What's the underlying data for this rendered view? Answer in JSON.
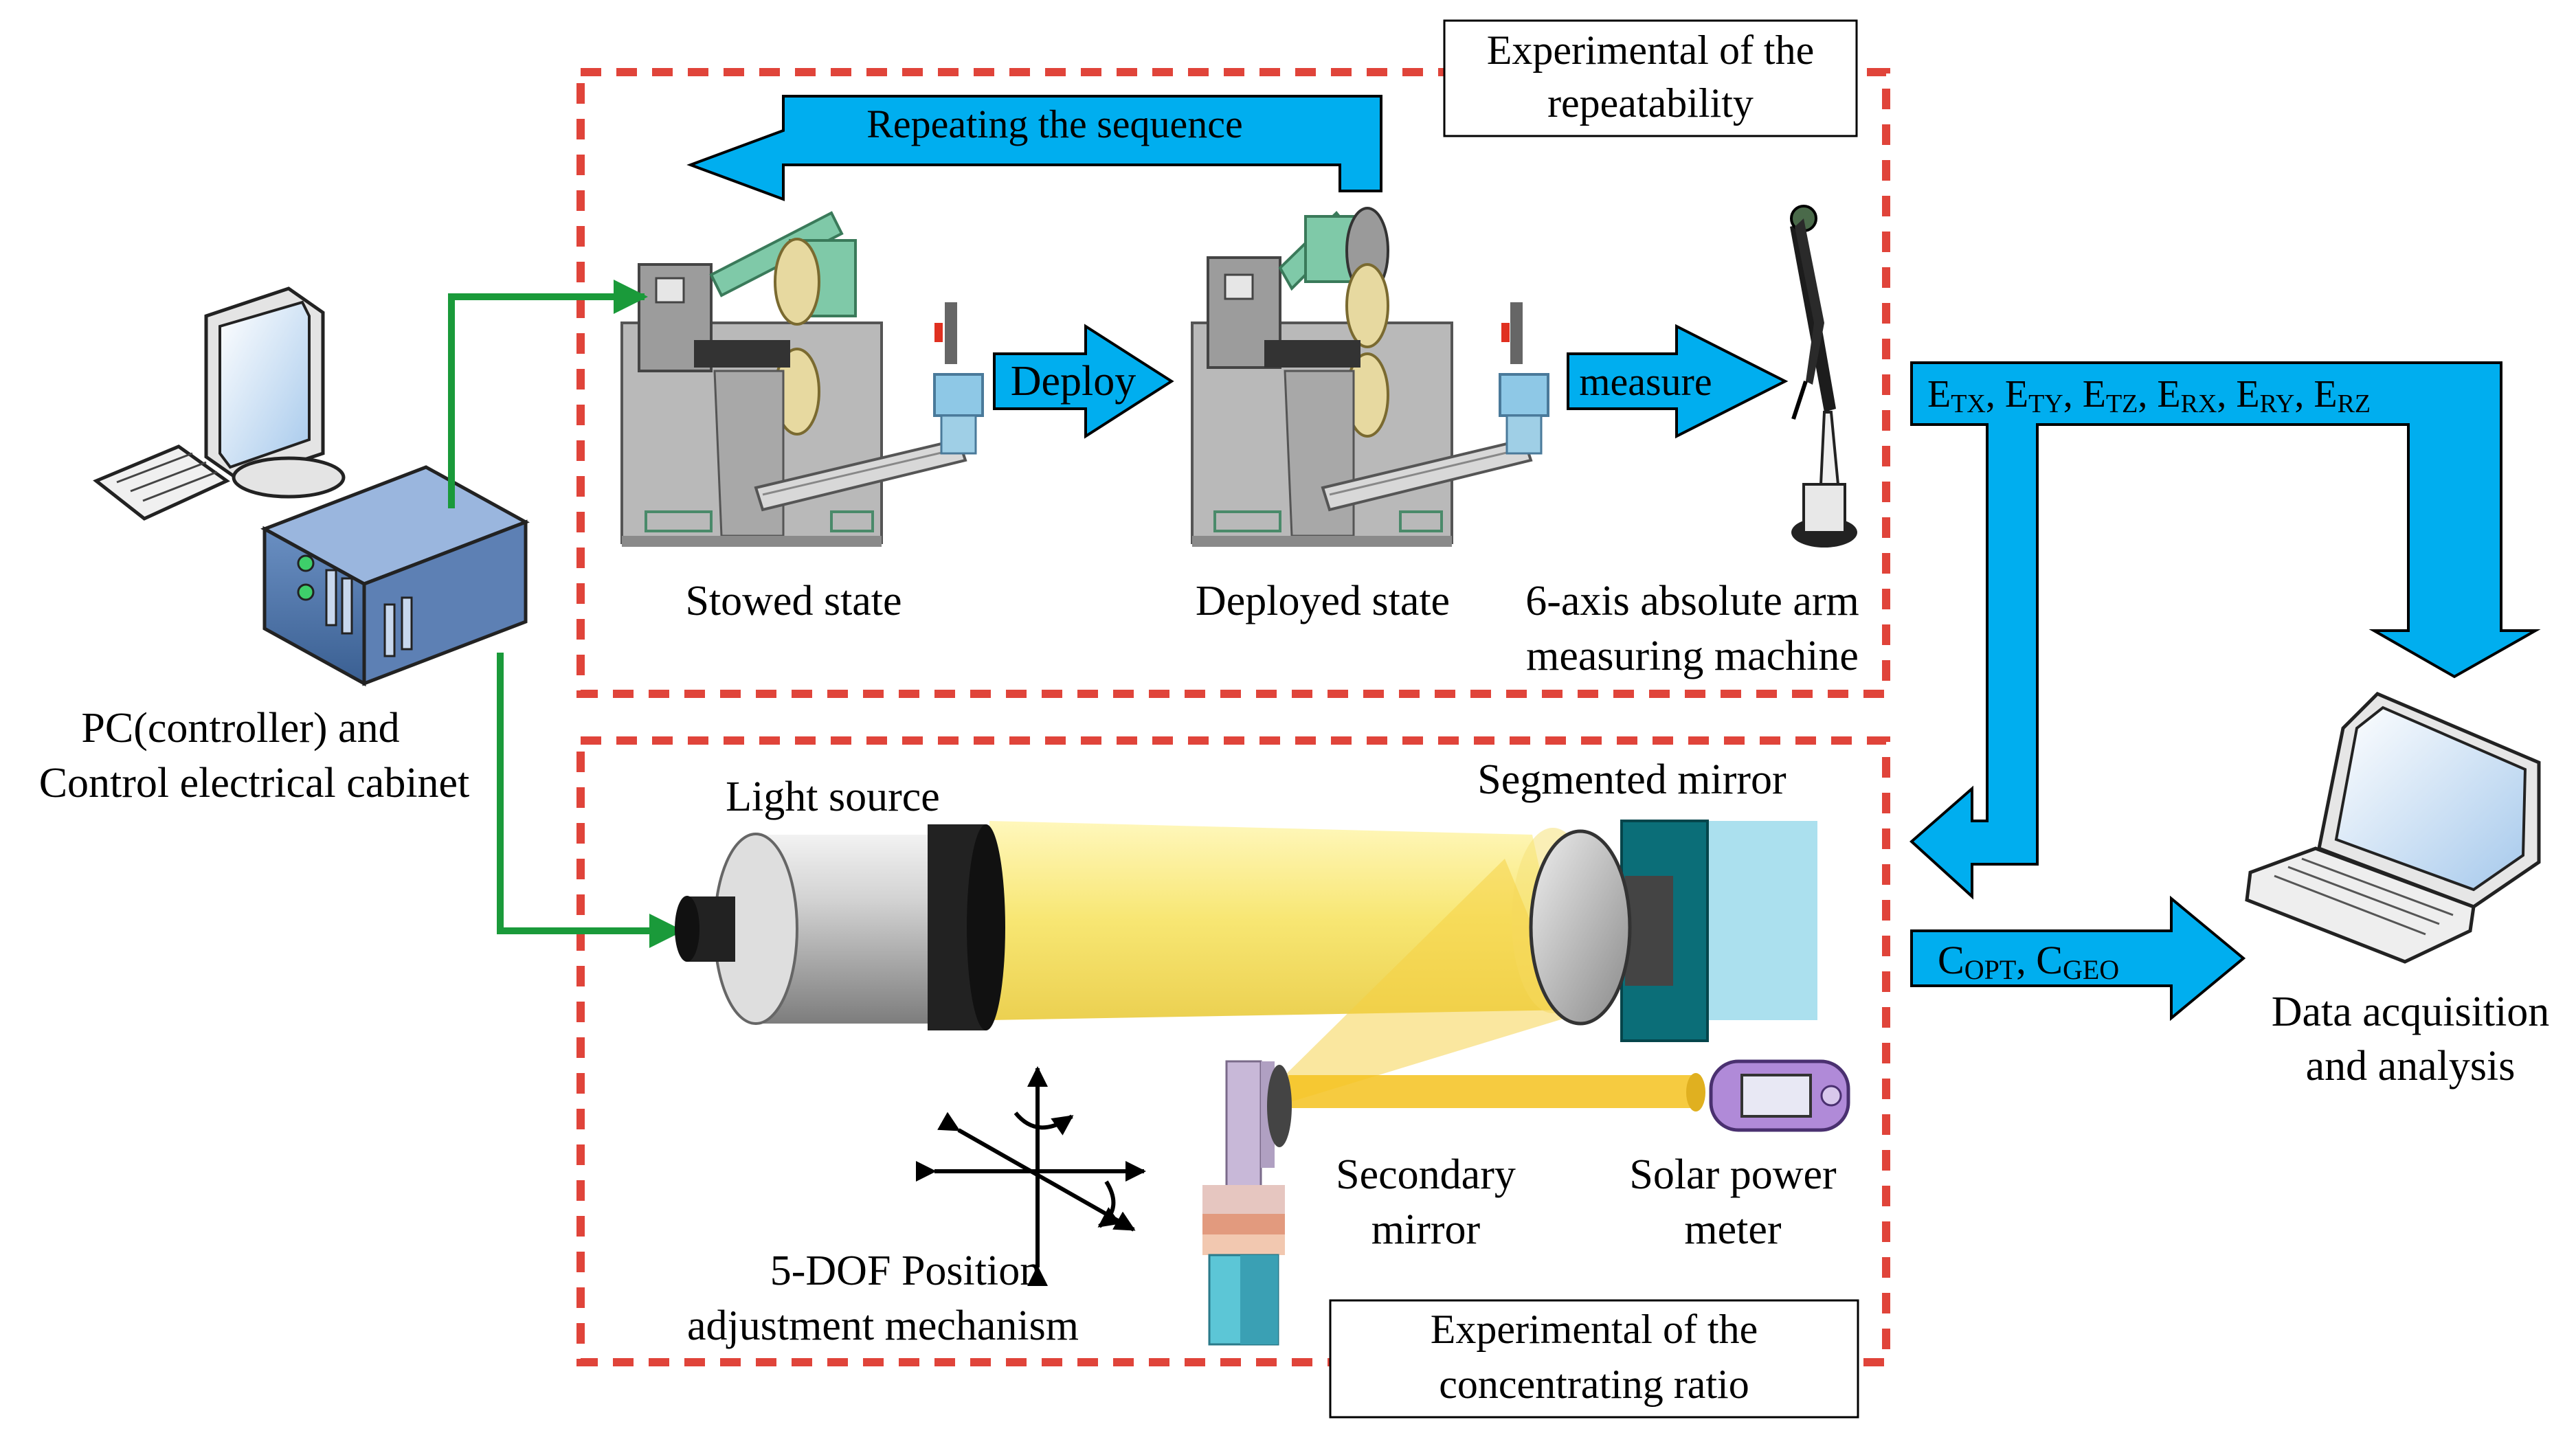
{
  "colors": {
    "dashed_border": "#e0443a",
    "green_arrow": "#1a9a3a",
    "blue_arrow": "#00aeef",
    "light_beam": "#f7e56a",
    "cylinder_gray": "#c8c8c8",
    "mirror_mount": "#0b6e78",
    "meter_purple": "#b08ad8"
  },
  "boxes": {
    "repeatability": {
      "line1": "Experimental of the",
      "line2": "repeatability"
    },
    "concentrating": {
      "line1": "Experimental of the",
      "line2": "concentrating ratio"
    }
  },
  "arrows": {
    "repeat": "Repeating the sequence",
    "deploy": "Deploy",
    "measure": "measure"
  },
  "labels": {
    "stowed": "Stowed state",
    "deployed": "Deployed state",
    "arm_line1": "6-axis absolute arm",
    "arm_line2": "measuring machine",
    "pc_line1": "PC(controller) and",
    "pc_line2": "Control electrical cabinet",
    "light_source": "Light source",
    "segmented_mirror": "Segmented mirror",
    "secondary_line1": "Secondary",
    "secondary_line2": "mirror",
    "meter_line1": "Solar power",
    "meter_line2": "meter",
    "dof_line1": "5-DOF Position",
    "dof_line2": "adjustment  mechanism",
    "daq_line1": "Data acquisition",
    "daq_line2": "and analysis"
  },
  "errors": {
    "prefix": "E",
    "subs": [
      "TX",
      "TY",
      "TZ",
      "RX",
      "RY",
      "RZ"
    ],
    "separator": ", "
  },
  "ratios": {
    "prefix": "C",
    "subs": [
      "OPT",
      "GEO"
    ],
    "separator": ", "
  },
  "icons": {
    "pc": "desktop-computer-icon",
    "cabinet": "control-cabinet-icon",
    "laptop": "laptop-icon",
    "arm": "measuring-arm-icon",
    "meter": "solar-power-meter-icon",
    "axes": "5-dof-axes-icon"
  }
}
